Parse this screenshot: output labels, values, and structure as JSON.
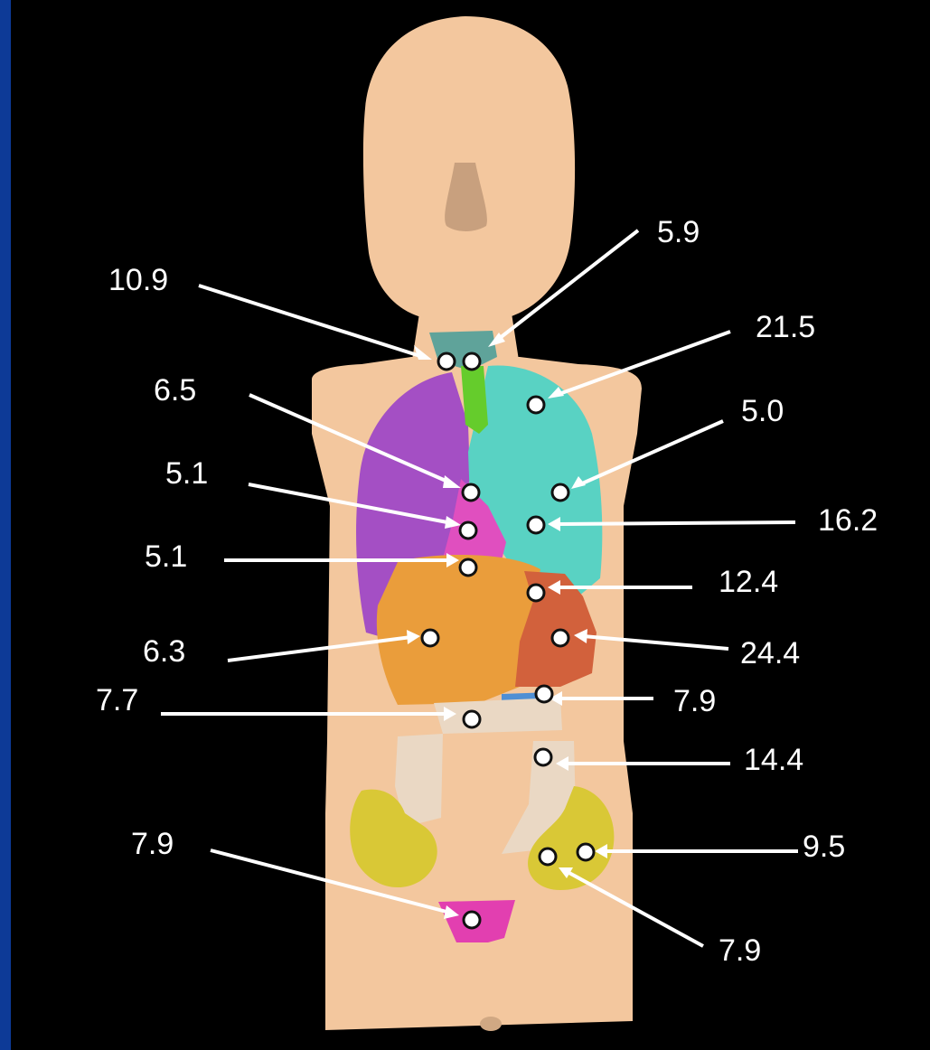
{
  "colors": {
    "background_border": "#0d3a97",
    "skin": "#f3c79e",
    "lung_left": "#a44fc4",
    "lung_right": "#59d2c3",
    "thyroid": "#5fa39a",
    "trachea": "#65cc2c",
    "heart": "#e04fbf",
    "liver": "#ea9d3b",
    "stomach": "#d2613c",
    "ovary": "#d9c836",
    "bladder": "#e23fb0",
    "intestine": "#ead8c4"
  },
  "labels": [
    {
      "id": "thyroid-left",
      "text": "10.9"
    },
    {
      "id": "thyroid-right",
      "text": "5.9"
    },
    {
      "id": "lung-upper",
      "text": "21.5"
    },
    {
      "id": "heart-upper",
      "text": "6.5"
    },
    {
      "id": "lung-mid",
      "text": "5.0"
    },
    {
      "id": "heart-lower",
      "text": "5.1"
    },
    {
      "id": "lung-lower",
      "text": "16.2"
    },
    {
      "id": "liver-top",
      "text": "5.1"
    },
    {
      "id": "stomach-upper",
      "text": "12.4"
    },
    {
      "id": "liver",
      "text": "6.3"
    },
    {
      "id": "stomach",
      "text": "24.4"
    },
    {
      "id": "pancreas",
      "text": "7.9"
    },
    {
      "id": "colon",
      "text": "7.7"
    },
    {
      "id": "intestine",
      "text": "14.4"
    },
    {
      "id": "bladder",
      "text": "7.9"
    },
    {
      "id": "ovary-right",
      "text": "9.5"
    },
    {
      "id": "ovary-left",
      "text": "7.9"
    }
  ]
}
